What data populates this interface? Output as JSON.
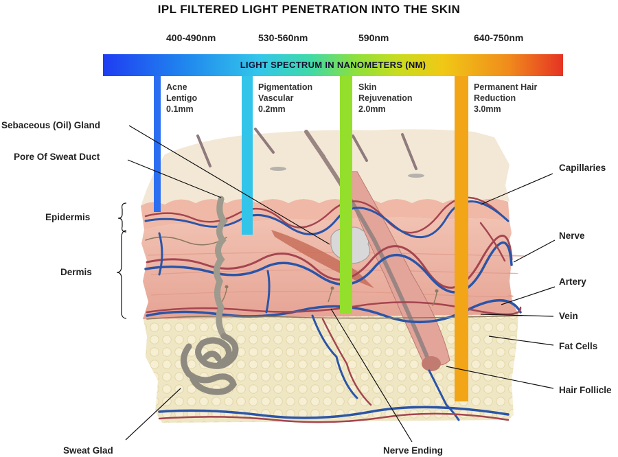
{
  "title": "IPL FILTERED LIGHT PENETRATION INTO THE SKIN",
  "spectrum": {
    "label": "LIGHT SPECTRUM IN NANOMETERS (NM)",
    "ranges": [
      "400-490nm",
      "530-560nm",
      "590nm",
      "640-750nm"
    ]
  },
  "beams": [
    {
      "lines": [
        "Acne",
        "Lentigo",
        "0.1mm"
      ],
      "color": "#2b6ff0"
    },
    {
      "lines": [
        "Pigmentation",
        "Vascular",
        "0.2mm"
      ],
      "color": "#33c4ea"
    },
    {
      "lines": [
        "Skin",
        "Rejuvenation",
        "2.0mm"
      ],
      "color": "#93df2b"
    },
    {
      "lines": [
        "Permanent Hair",
        "Reduction",
        "3.0mm"
      ],
      "color": "#f2a516"
    }
  ],
  "labels_left": {
    "sebaceous": "Sebaceous (Oil) Gland",
    "pore": "Pore Of Sweat Duct",
    "epidermis": "Epidermis",
    "dermis": "Dermis"
  },
  "labels_right": {
    "capillaries": "Capillaries",
    "nerve": "Nerve",
    "artery": "Artery",
    "vein": "Vein",
    "fat": "Fat Cells",
    "follicle": "Hair Follicle"
  },
  "labels_bottom": {
    "sweat": "Sweat Glad",
    "nerve_ending": "Nerve Ending"
  },
  "colors": {
    "vein": "#2a55a8",
    "artery": "#a44550",
    "nerve": "#8a7a60",
    "skin_top": "#f3e8d6",
    "epidermis": "#f0bfae",
    "dermis": "#e8a99a",
    "fat": "#efe5c2"
  }
}
